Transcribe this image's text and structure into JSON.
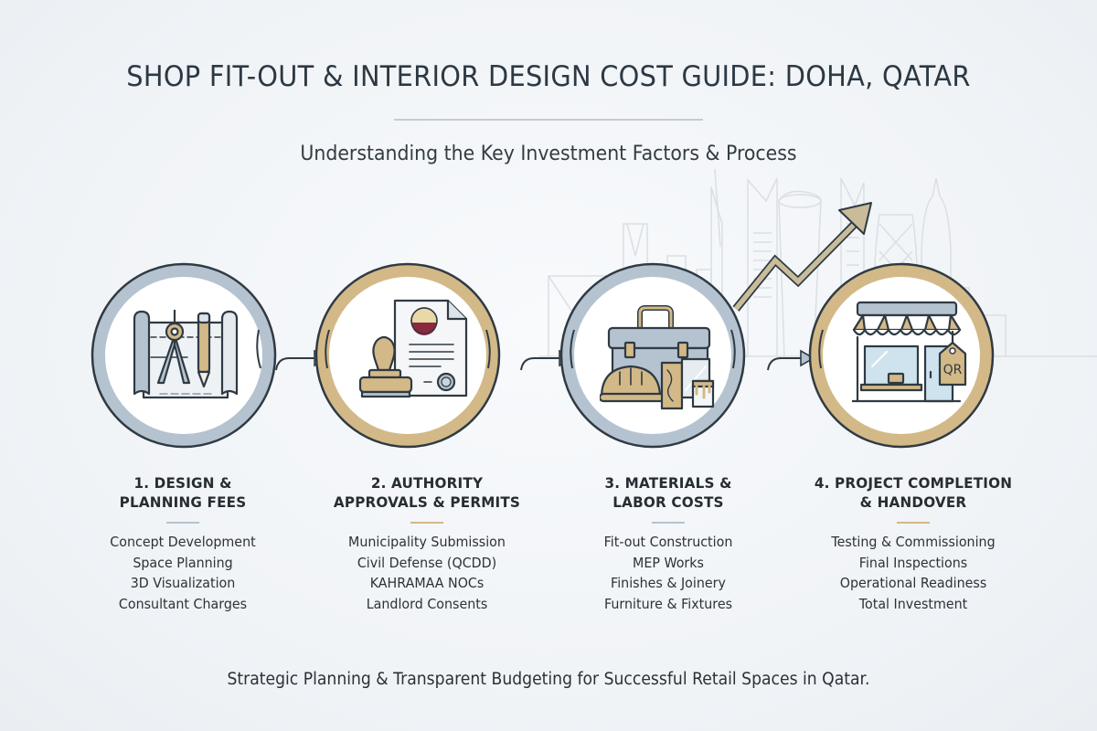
{
  "header": {
    "title": "SHOP FIT-OUT & INTERIOR DESIGN COST GUIDE: DOHA, QATAR",
    "subtitle": "Understanding the Key Investment Factors & Process"
  },
  "colors": {
    "accent_blue": "#b4c3cf",
    "accent_gold": "#d3b987",
    "outline": "#2f3a43",
    "text_dark": "#2c3944",
    "background": "#f3f6f8"
  },
  "steps": [
    {
      "heading_line1": "1. DESIGN &",
      "heading_line2": "PLANNING FEES",
      "icon": "blueprint-compass-pencil-icon",
      "ring_color": "blue",
      "items": [
        "Concept Development",
        "Space Planning",
        "3D Visualization",
        "Consultant Charges"
      ]
    },
    {
      "heading_line1": "2. AUTHORITY",
      "heading_line2": "APPROVALS & PERMITS",
      "icon": "stamp-document-icon",
      "ring_color": "gold",
      "items": [
        "Municipality Submission",
        "Civil Defense (QCDD)",
        "KAHRAMAA NOCs",
        "Landlord Consents"
      ]
    },
    {
      "heading_line1": "3. MATERIALS &",
      "heading_line2": "LABOR COSTS",
      "icon": "toolbox-hardhat-materials-icon",
      "ring_color": "blue",
      "items": [
        "Fit-out Construction",
        "MEP Works",
        "Finishes & Joinery",
        "Furniture & Fixtures"
      ]
    },
    {
      "heading_line1": "4. PROJECT COMPLETION",
      "heading_line2": "& HANDOVER",
      "icon": "storefront-qr-tag-icon",
      "ring_color": "gold",
      "tag_label": "QR",
      "items": [
        "Testing & Commissioning",
        "Final Inspections",
        "Operational Readiness",
        "Total Investment"
      ]
    }
  ],
  "footer": {
    "tagline": "Strategic Planning & Transparent Budgeting for Successful Retail Spaces in Qatar."
  }
}
